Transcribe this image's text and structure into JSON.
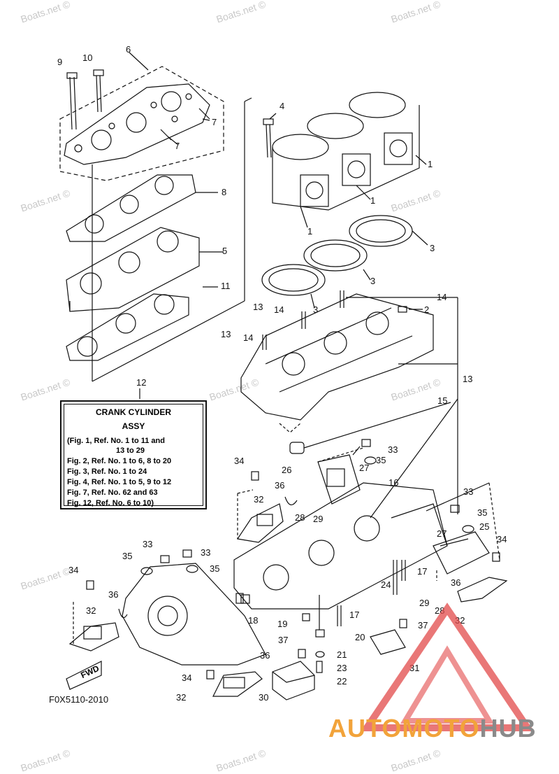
{
  "watermarks": [
    "Boats.net ©",
    "Boats.net ©",
    "Boats.net ©",
    "Boats.net ©",
    "Boats.net ©",
    "Boats.net ©",
    "Boats.net ©",
    "Boats.net ©",
    "Boats.net ©",
    "Boats.net ©",
    "Boats.net ©",
    "Boats.net ©"
  ],
  "callouts": {
    "c9": "9",
    "c10": "10",
    "c6": "6",
    "c7a": "7",
    "c7b": "7",
    "c8": "8",
    "c5": "5",
    "c11": "11",
    "c12": "12",
    "c4": "4",
    "c1a": "1",
    "c1b": "1",
    "c1c": "1",
    "c3a": "3",
    "c3b": "3",
    "c3c": "3",
    "c13a": "13",
    "c14a": "14",
    "c2": "2",
    "c13b": "13",
    "c14b": "14",
    "c14c": "14",
    "c13c": "13",
    "c15": "15",
    "c33a": "33",
    "c34a": "34",
    "c35a": "35",
    "c26": "26",
    "c27a": "27",
    "c16": "16",
    "c36a": "36",
    "c32a": "32",
    "c28a": "28",
    "c29a": "29",
    "c33b": "33",
    "c35b": "35",
    "c25": "25",
    "c34b": "34",
    "c27b": "27",
    "c17a": "17",
    "c36b": "36",
    "c29b": "29",
    "c28b": "28",
    "c32b": "32",
    "c37a": "37",
    "c33c": "33",
    "c33d": "33",
    "c35c": "35",
    "c35d": "35",
    "c34c": "34",
    "c36c": "36",
    "c32c": "32",
    "c24": "24",
    "c18": "18",
    "c17b": "17",
    "c19": "19",
    "c20": "20",
    "c37b": "37",
    "c21": "21",
    "c23": "23",
    "c22": "22",
    "c36d": "36",
    "c31": "31",
    "c34d": "34",
    "c30": "30",
    "c32d": "32"
  },
  "infobox": {
    "title1": "CRANK CYLINDER",
    "title2": "ASSY",
    "lines": [
      "(Fig. 1, Ref. No. 1 to 11 and",
      "13 to 29",
      "Fig. 2, Ref. No. 1 to 6, 8 to 20",
      "Fig. 3, Ref. No. 1 to 24",
      "Fig. 4, Ref. No. 1 to 5, 9 to 12",
      "Fig. 7, Ref. No. 62 and 63",
      "Fig. 12, Ref. No. 6 to 10)"
    ]
  },
  "fwd_label": "FWD",
  "figure_code": "F0X5110-2010",
  "logo": {
    "part1": "AUTOMOTO",
    "part2": "HUB",
    "color1": "#f2a33a",
    "color2": "#8a8a8a",
    "triangle_color": "#e24a4a"
  }
}
